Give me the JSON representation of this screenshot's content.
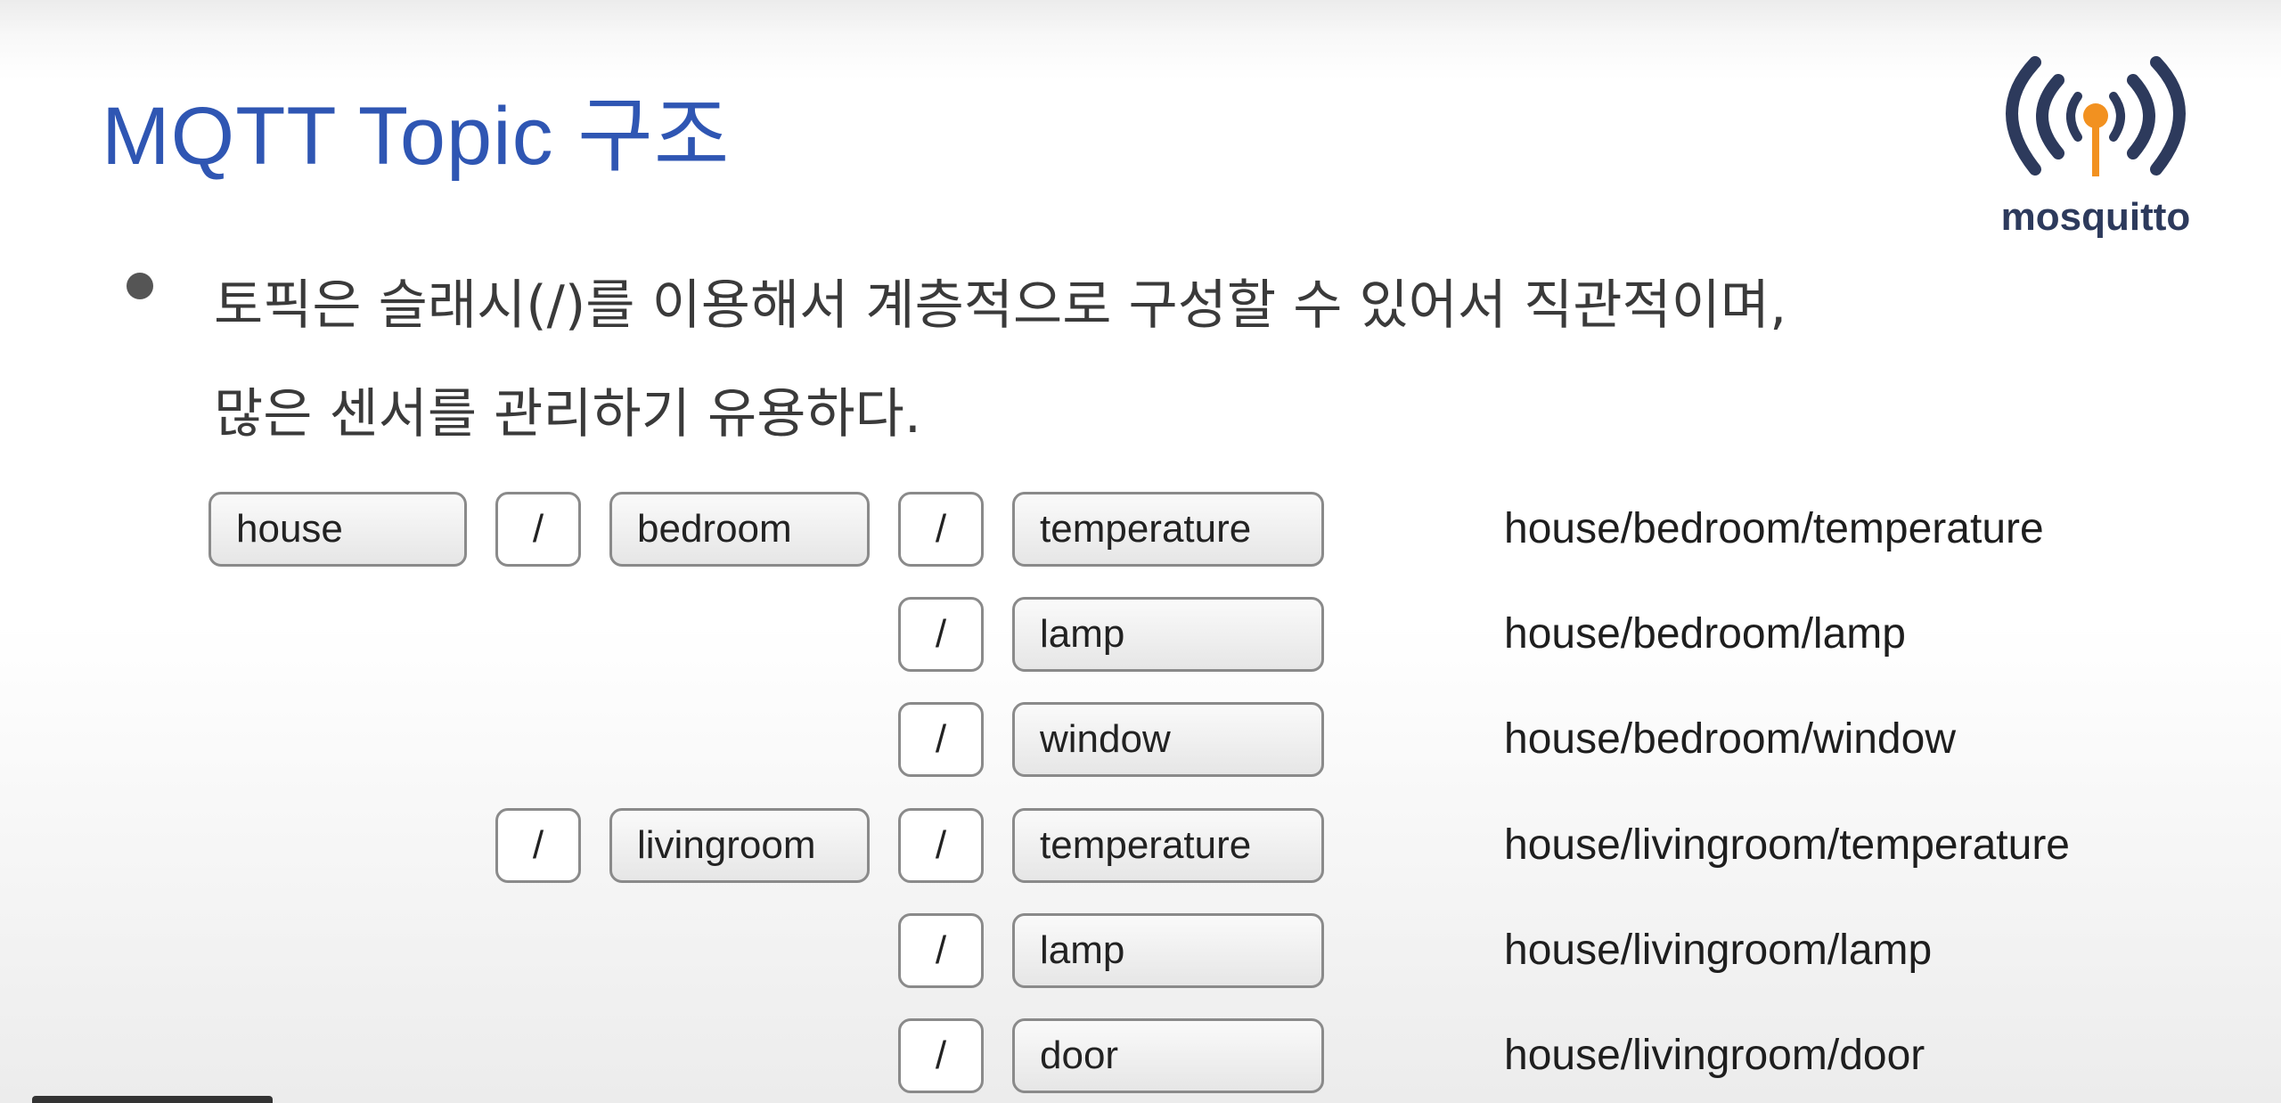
{
  "title": "MQTT Topic 구조",
  "logo": {
    "text": "mosquitto",
    "icon": "mosquitto-logo-icon",
    "colors": {
      "navy": "#2d3a5c",
      "orange": "#f29120"
    }
  },
  "bullet": {
    "line1": "토픽은 슬래시(/)를 이용해서 계층적으로 구성할 수 있어서 직관적이며,",
    "line2": "많은 센서를 관리하기 유용하다."
  },
  "separator": "/",
  "diagram": {
    "root": "house",
    "rooms": [
      "bedroom",
      "livingroom"
    ],
    "rows": [
      {
        "leaf": "temperature",
        "path": "house/bedroom/temperature"
      },
      {
        "leaf": "lamp",
        "path": "house/bedroom/lamp"
      },
      {
        "leaf": "window",
        "path": "house/bedroom/window"
      },
      {
        "leaf": "temperature",
        "path": "house/livingroom/temperature"
      },
      {
        "leaf": "lamp",
        "path": "house/livingroom/lamp"
      },
      {
        "leaf": "door",
        "path": "house/livingroom/door"
      }
    ]
  },
  "colors": {
    "title": "#2f56b3",
    "box_border": "#8a8a8a"
  }
}
